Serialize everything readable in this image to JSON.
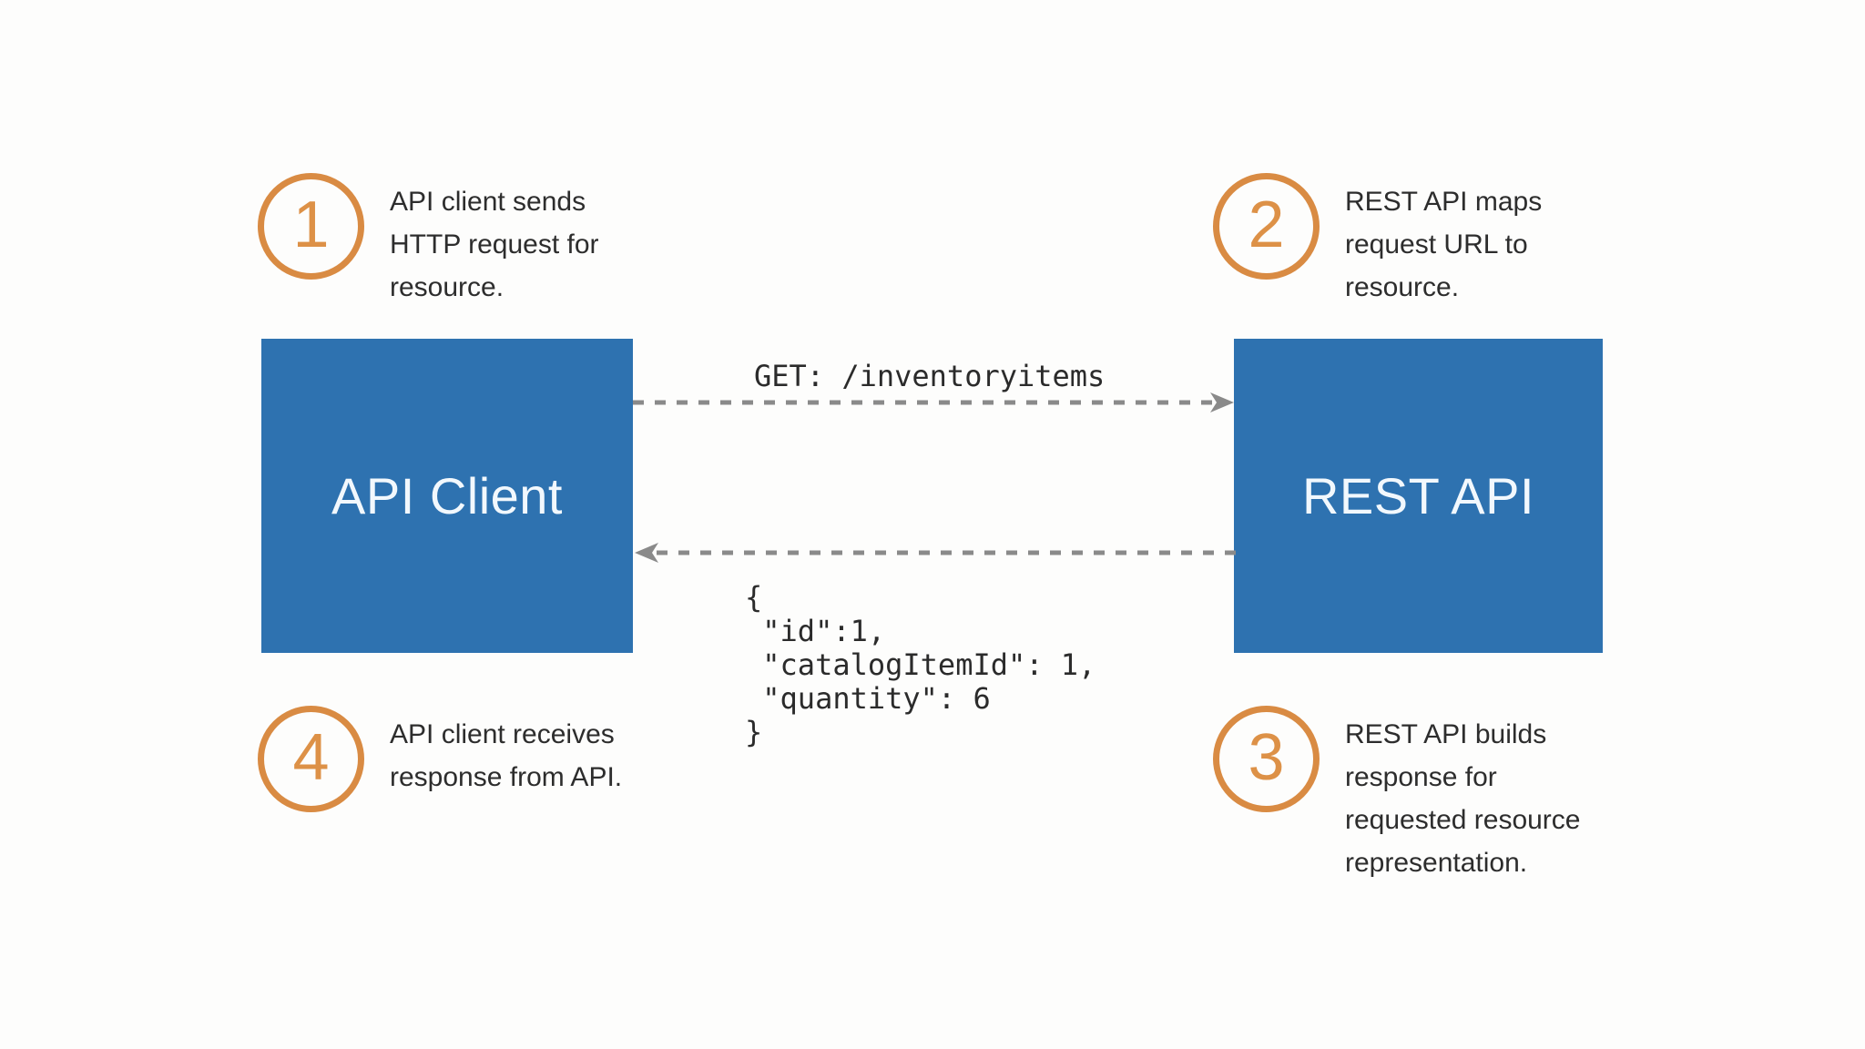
{
  "theme": {
    "background": "#fdfdfc",
    "box_fill": "#2e72b0",
    "box_text": "#f2f8fd",
    "accent_orange": "#d98b43",
    "body_text": "#2d2d2d",
    "arrow_color": "#8a8a8a"
  },
  "nodes": {
    "client": {
      "label": "API Client"
    },
    "server": {
      "label": "REST API"
    }
  },
  "messages": {
    "request": "GET: /inventoryitems",
    "response": "{\n \"id\":1,\n \"catalogItemId\": 1,\n \"quantity\": 6\n}"
  },
  "steps": [
    {
      "number": "1",
      "text": "API client sends\nHTTP request for\nresource."
    },
    {
      "number": "2",
      "text": "REST API maps\nrequest URL to\nresource."
    },
    {
      "number": "3",
      "text": "REST API builds\nresponse for\nrequested resource\nrepresentation."
    },
    {
      "number": "4",
      "text": "API client receives\nresponse from API."
    }
  ]
}
